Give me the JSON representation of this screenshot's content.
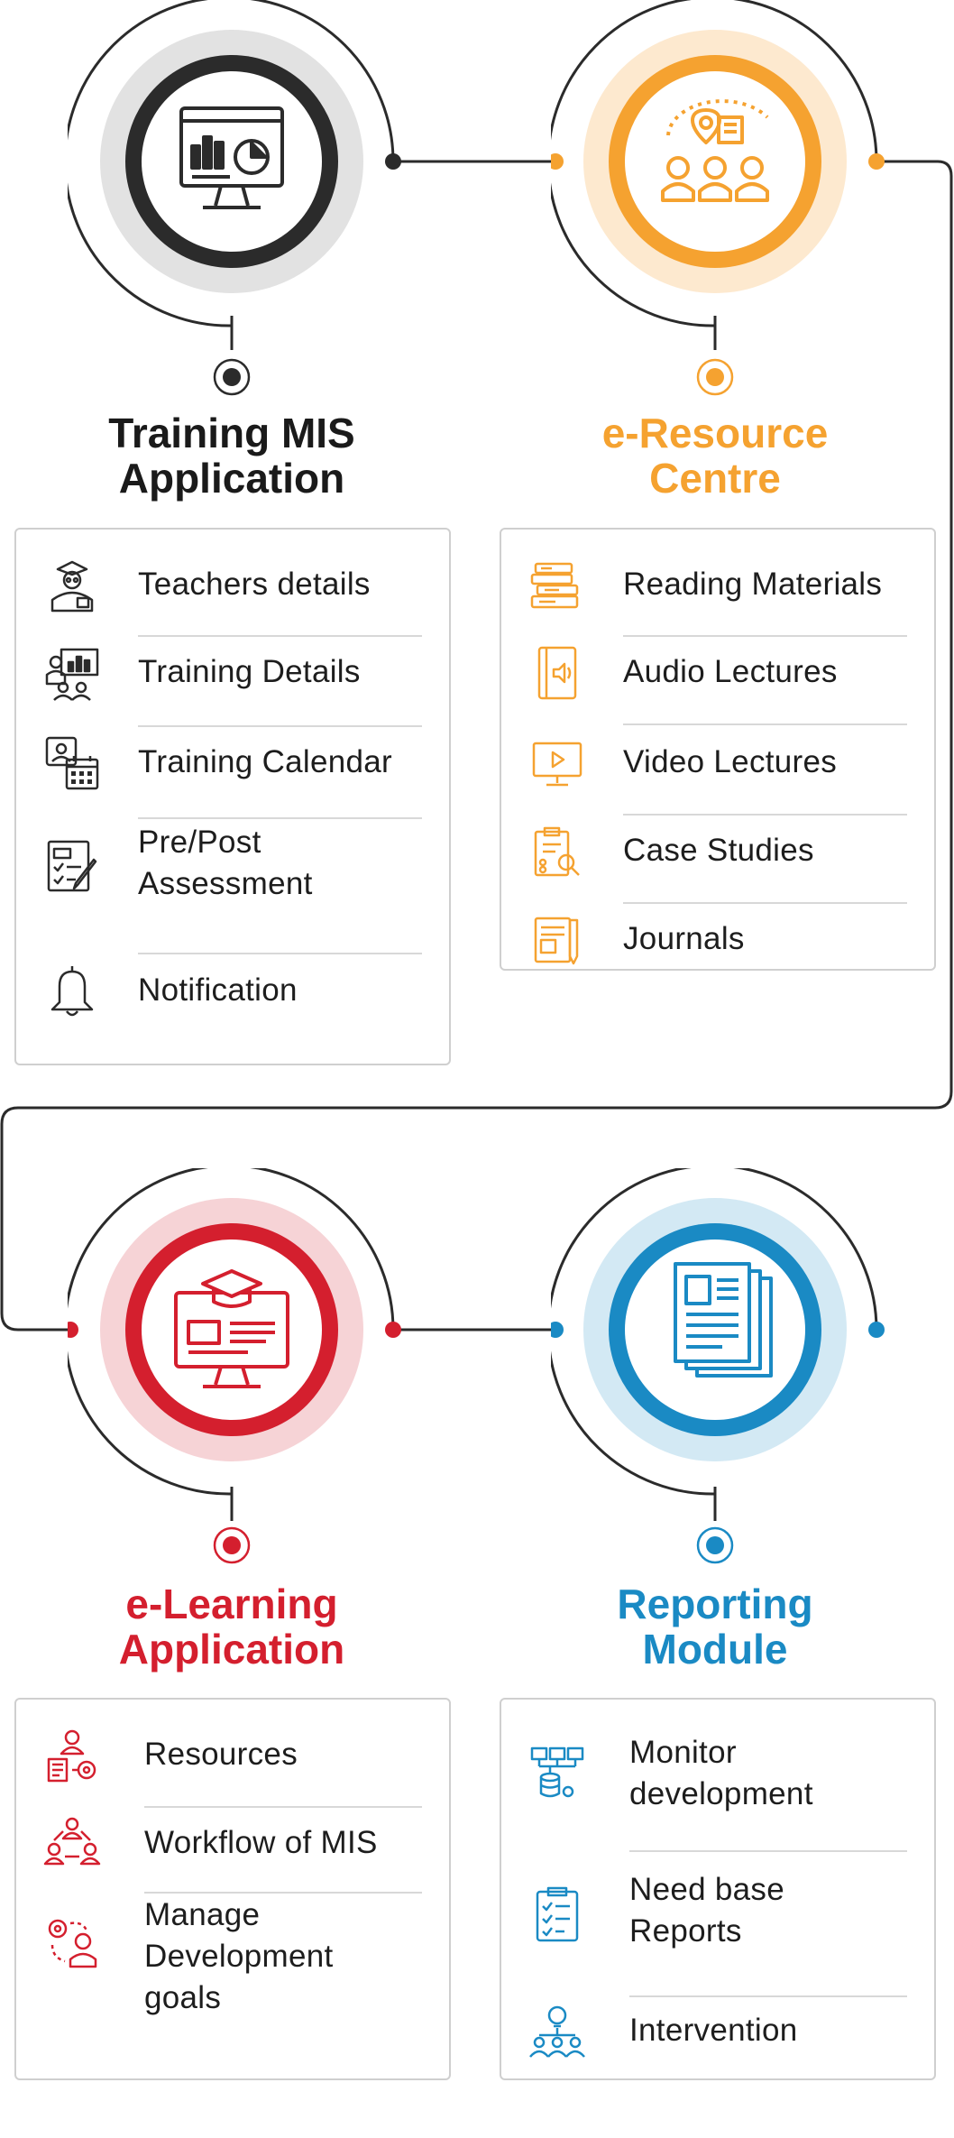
{
  "colors": {
    "dark": "#2b2b2b",
    "orange": "#f5a230",
    "red": "#d41f2e",
    "blue": "#1a8ac4"
  },
  "modules": {
    "training": {
      "title_line1": "Training MIS",
      "title_line2": "Application",
      "hub_icon": "monitor-dashboard-icon",
      "items": [
        {
          "label": "Teachers details",
          "icon": "teacher-icon"
        },
        {
          "label": "Training Details",
          "icon": "presentation-icon"
        },
        {
          "label": "Training Calendar",
          "icon": "calendar-icon"
        },
        {
          "label": "Pre/Post Assessment",
          "icon": "checklist-icon"
        },
        {
          "label": "Notification",
          "icon": "bell-icon"
        }
      ]
    },
    "eresource": {
      "title_line1": "e-Resource",
      "title_line2": "Centre",
      "hub_icon": "learners-location-icon",
      "items": [
        {
          "label": "Reading Materials",
          "icon": "books-icon"
        },
        {
          "label": "Audio Lectures",
          "icon": "audio-book-icon"
        },
        {
          "label": "Video Lectures",
          "icon": "video-icon"
        },
        {
          "label": "Case Studies",
          "icon": "case-study-icon"
        },
        {
          "label": "Journals",
          "icon": "journal-icon"
        }
      ]
    },
    "elearning": {
      "title_line1": "e-Learning",
      "title_line2": "Application",
      "hub_icon": "graduation-monitor-icon",
      "items": [
        {
          "label": "Resources",
          "icon": "resources-icon"
        },
        {
          "label": "Workflow of MIS",
          "icon": "workflow-icon"
        },
        {
          "label": "Manage Development goals",
          "icon": "goals-icon"
        }
      ]
    },
    "reporting": {
      "title_line1": "Reporting",
      "title_line2": "Module",
      "hub_icon": "documents-icon",
      "items": [
        {
          "label": "Monitor development",
          "icon": "network-database-icon"
        },
        {
          "label": "Need base Reports",
          "icon": "clipboard-report-icon"
        },
        {
          "label": "Intervention",
          "icon": "intervention-icon"
        }
      ]
    }
  }
}
